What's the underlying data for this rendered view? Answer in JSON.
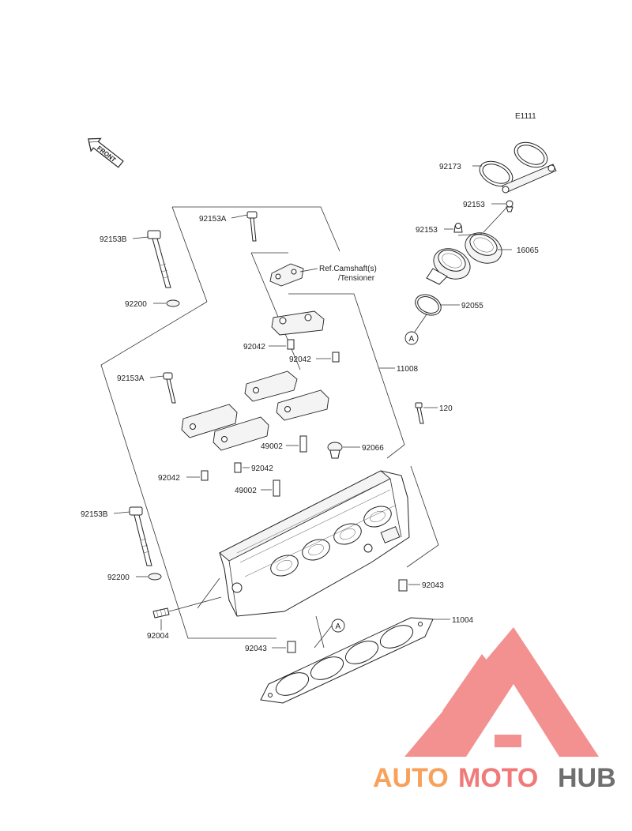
{
  "diagram_code": "E1111",
  "front_label": "FRONT",
  "ref_label": {
    "line1": "Ref.Camshaft(s)",
    "line2": "/Tensioner"
  },
  "callout_marker": "A",
  "part_labels": {
    "p92173": "92173",
    "p92153_top": "92153",
    "p92153_mid": "92153",
    "p16065": "16065",
    "p92055": "92055",
    "p92153A_top": "92153A",
    "p92153B_top": "92153B",
    "p92200_top": "92200",
    "p92042_a": "92042",
    "p92042_b": "92042",
    "p11008": "11008",
    "p92153A_mid": "92153A",
    "p120": "120",
    "p49002_a": "49002",
    "p92066": "92066",
    "p92042_c": "92042",
    "p92042_d": "92042",
    "p49002_b": "49002",
    "p92153B_bot": "92153B",
    "p92200_bot": "92200",
    "p92043_right": "92043",
    "p92004": "92004",
    "p11004": "11004",
    "p92043_left": "92043"
  },
  "watermark": {
    "word_a": "AUTO",
    "word_b": "MOTO",
    "word_c": "HUB",
    "color_a": "#f7a15b",
    "color_b": "#f07a7a",
    "color_c": "#6f6f6f",
    "logo_color": "#f06b6b"
  }
}
